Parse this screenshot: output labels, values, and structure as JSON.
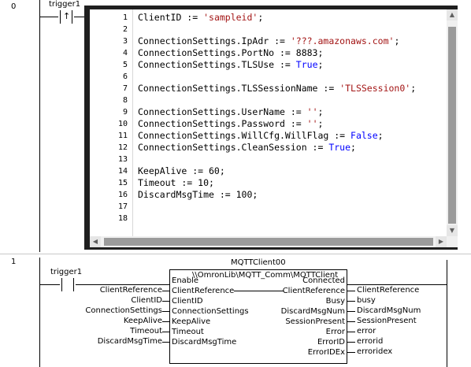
{
  "rung0": {
    "number": "0",
    "contact_label": "trigger1",
    "contact_symbol": "↑",
    "editor": {
      "line_numbers": [
        "1",
        "2",
        "3",
        "4",
        "5",
        "6",
        "7",
        "8",
        "9",
        "10",
        "11",
        "12",
        "13",
        "14",
        "15",
        "16",
        "17",
        "18"
      ],
      "lines": [
        [
          {
            "t": "ClientID := "
          },
          {
            "t": "'sampleid'",
            "c": "str"
          },
          {
            "t": ";"
          }
        ],
        [],
        [
          {
            "t": "ConnectionSettings.IpAdr := "
          },
          {
            "t": "'???.amazonaws.com'",
            "c": "str"
          },
          {
            "t": ";"
          }
        ],
        [
          {
            "t": "ConnectionSettings.PortNo := 8883;"
          }
        ],
        [
          {
            "t": "ConnectionSettings.TLSUse := "
          },
          {
            "t": "True",
            "c": "kw"
          },
          {
            "t": ";"
          }
        ],
        [],
        [
          {
            "t": "ConnectionSettings.TLSSessionName := "
          },
          {
            "t": "'TLSSession0'",
            "c": "str"
          },
          {
            "t": ";"
          }
        ],
        [],
        [
          {
            "t": "ConnectionSettings.UserName := "
          },
          {
            "t": "''",
            "c": "str"
          },
          {
            "t": ";"
          }
        ],
        [
          {
            "t": "ConnectionSettings.Password := "
          },
          {
            "t": "''",
            "c": "str"
          },
          {
            "t": ";"
          }
        ],
        [
          {
            "t": "ConnectionSettings.WillCfg.WillFlag := "
          },
          {
            "t": "False",
            "c": "kw"
          },
          {
            "t": ";"
          }
        ],
        [
          {
            "t": "ConnectionSettings.CleanSession := "
          },
          {
            "t": "True",
            "c": "kw"
          },
          {
            "t": ";"
          }
        ],
        [],
        [
          {
            "t": "KeepAlive := 60;"
          }
        ],
        [
          {
            "t": "Timeout := 10;"
          }
        ],
        [
          {
            "t": "DiscardMsgTime := 100;"
          }
        ],
        [],
        []
      ]
    }
  },
  "rung1": {
    "number": "1",
    "contact_label": "trigger1",
    "instance_name": "MQTTClient00",
    "fb_type": "\\\\OmronLib\\MQTT_Comm\\MQTTClient",
    "inputs": [
      {
        "pin": "Enable",
        "var": ""
      },
      {
        "pin": "ClientReference",
        "var": "ClientReference"
      },
      {
        "pin": "ClientID",
        "var": "ClientID"
      },
      {
        "pin": "ConnectionSettings",
        "var": "ConnectionSettings"
      },
      {
        "pin": "KeepAlive",
        "var": "KeepAlive"
      },
      {
        "pin": "Timeout",
        "var": "Timeout"
      },
      {
        "pin": "DiscardMsgTime",
        "var": "DiscardMsgTime"
      }
    ],
    "outputs": [
      {
        "pin": "Connected",
        "var": ""
      },
      {
        "pin": "ClientReference",
        "var": "ClientReference"
      },
      {
        "pin": "Busy",
        "var": "busy"
      },
      {
        "pin": "DiscardMsgNum",
        "var": "DiscardMsgNum"
      },
      {
        "pin": "SessionPresent",
        "var": "SessionPresent"
      },
      {
        "pin": "Error",
        "var": "error"
      },
      {
        "pin": "ErrorID",
        "var": "errorid"
      },
      {
        "pin": "ErrorIDEx",
        "var": "erroridex"
      }
    ]
  },
  "scroll_icons": {
    "up": "up-arrow",
    "down": "down-arrow",
    "left": "left-arrow",
    "right": "right-arrow"
  }
}
